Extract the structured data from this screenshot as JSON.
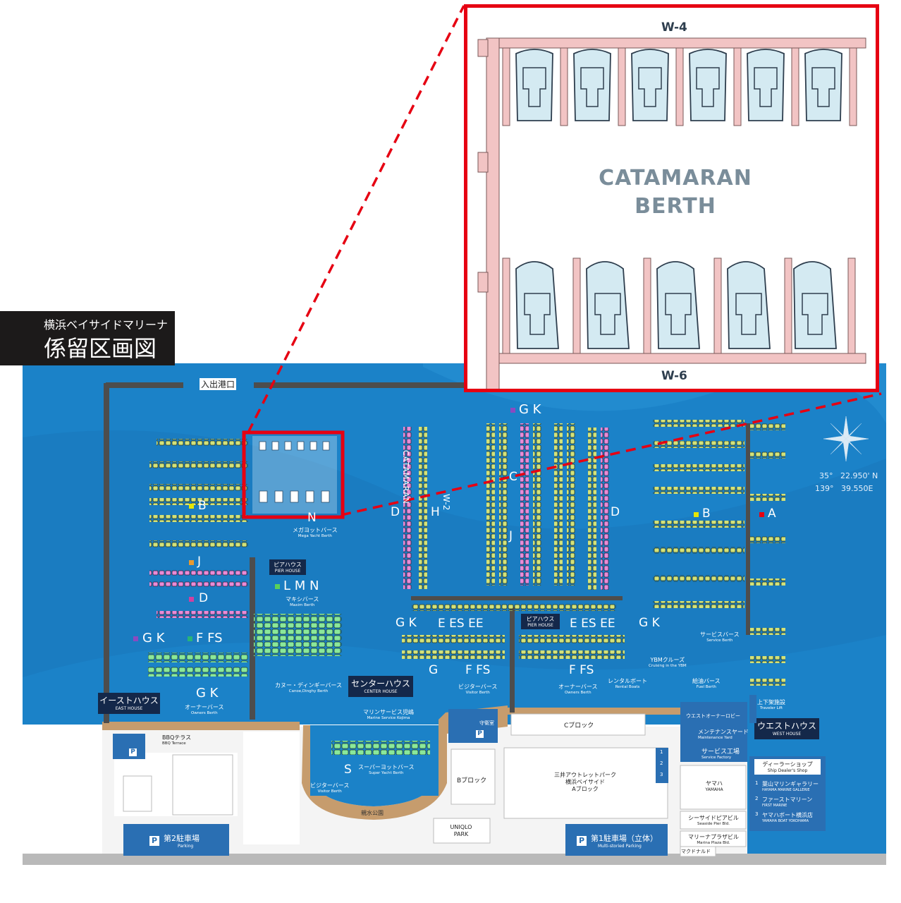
{
  "title_box": {
    "line1": "横浜ベイサイドマリーナ",
    "line2": "係留区画図"
  },
  "harbor": {
    "entrance_label": "入出港口"
  },
  "coordinates": {
    "lat": "35°   22.950' N",
    "lon": "139°   39.550E"
  },
  "inset": {
    "top_pier": "W-4",
    "bottom_pier": "W-6",
    "title_line1": "CATAMARAN",
    "title_line2": "BERTH"
  },
  "berth_letters": {
    "b_west": "B",
    "n": "N",
    "j_west": "J",
    "lmn": "L M N",
    "d_west": "D",
    "gk_west": "G K",
    "ffs_west": "F FS",
    "gk_sw": "G K",
    "gk_top": "G K",
    "d_center_left": "D",
    "h": "H",
    "c": "C",
    "j_center": "J",
    "d_center_right": "D",
    "gk_center_left": "G K",
    "e_left": "E ES EE",
    "e_right": "E ES EE",
    "gk_center_right": "G K",
    "g": "G",
    "ffs_center": "F FS",
    "ffs_right": "F FS",
    "b_east": "B",
    "a": "A",
    "s": "S"
  },
  "vertical_labels": {
    "catamaran": "CATAMARAN",
    "w2": "W-2"
  },
  "facilities": {
    "mega_yacht": {
      "jp": "メガヨットバース",
      "en": "Mega Yacht Berth"
    },
    "pier_house_west": {
      "jp": "ピアハウス",
      "en": "PIER HOUSE"
    },
    "maxim": {
      "jp": "マキシバース",
      "en": "Maxim Berth"
    },
    "east_house": {
      "jp": "イーストハウス",
      "en": "EAST HOUSE"
    },
    "owners_west": {
      "jp": "オーナーバース",
      "en": "Owners Berth"
    },
    "bbq": {
      "jp": "BBQテラス",
      "en": "BBQ Terrace"
    },
    "canoe": {
      "jp": "カヌー・ディンギーバース",
      "en": "Canoe,Dinghy Berth"
    },
    "center_house": {
      "jp": "センターハウス",
      "en": "CENTER HOUSE"
    },
    "marine_service": {
      "jp": "マリンサービス児嶋",
      "en": "Marine Service Kojima"
    },
    "visitor_center": {
      "jp": "ビジターバース",
      "en": "Visitor Berth"
    },
    "super_yacht": {
      "jp": "スーパーヨットバース",
      "en": "Super Yacht Berth"
    },
    "visitor_south": {
      "jp": "ビジターバース",
      "en": "Visitor Berth"
    },
    "shinsui": {
      "jp": "親水公園"
    },
    "pier_house_center": {
      "jp": "ピアハウス",
      "en": "PIER HOUSE"
    },
    "owners_center": {
      "jp": "オーナーバース",
      "en": "Owners Berth"
    },
    "rental": {
      "jp": "レンタルボート",
      "en": "Rental Boats"
    },
    "ybm": {
      "jp": "YBMクルーズ",
      "en": "Cruising in the YBM"
    },
    "fuel": {
      "jp": "給油バース",
      "en": "Fuel Berth"
    },
    "service_berth": {
      "jp": "サービスバース",
      "en": "Service Berth"
    },
    "traveler": {
      "jp": "上下架施設",
      "en": "Traveler Lift"
    },
    "west_owner_lobby": {
      "jp": "ウエストオーナーロビー"
    },
    "west_house": {
      "jp": "ウエストハウス",
      "en": "WEST HOUSE"
    },
    "maintenance": {
      "jp": "メンテナンスヤード",
      "en": "Maintenance Yard"
    },
    "service_factory": {
      "jp": "サービス工場",
      "en": "Service Factory"
    },
    "guard": {
      "jp": "守衛室"
    }
  },
  "land": {
    "c_block": "Cブロック",
    "b_block": "Bブロック",
    "outlet_l1": "三井アウトレットパーク",
    "outlet_l2": "横浜ベイサイド",
    "outlet_l3": "Aブロック",
    "uniqlo_l1": "UNIQLO",
    "uniqlo_l2": "PARK",
    "parking2": {
      "jp": "第2駐車場",
      "en": "Parking"
    },
    "parking1": {
      "jp": "第1駐車場（立体）",
      "en": "Multi-storied Parking"
    },
    "yamaha": {
      "jp": "ヤマハ",
      "en": "YAMAHA"
    },
    "seaside": {
      "jp": "シーサイドピアビル",
      "en": "Seaside Pier Bld."
    },
    "marina_plaza": {
      "jp": "マリーナプラザビル",
      "en": "Marina Plaza Bld."
    },
    "mcdonalds": "マクドナルド",
    "parking_symbol": "P",
    "building_numbers": [
      "1",
      "2",
      "3"
    ]
  },
  "dealer": {
    "title_jp": "ディーラーショップ",
    "title_en": "Ship Dealer's Shop",
    "items": [
      {
        "num": "1",
        "jp": "葉山マリンギャラリー",
        "en": "HAYAMA MARINE GALLERIE"
      },
      {
        "num": "2",
        "jp": "ファーストマリーン",
        "en": "FIRST MARINE"
      },
      {
        "num": "3",
        "jp": "ヤマハボート横浜店",
        "en": "YAMAHA BOAT YOKOHAMA"
      }
    ]
  },
  "colors": {
    "water": "#1b82c8",
    "water_dark": "#136eb0",
    "pier": "#4d4d4d",
    "navy": "#14284a",
    "red": "#e60012",
    "berth_yellow": "#c8dc6e",
    "berth_pink": "#e07ad0",
    "berth_green": "#7be08a",
    "inset_pier": "#f2c4c4"
  }
}
